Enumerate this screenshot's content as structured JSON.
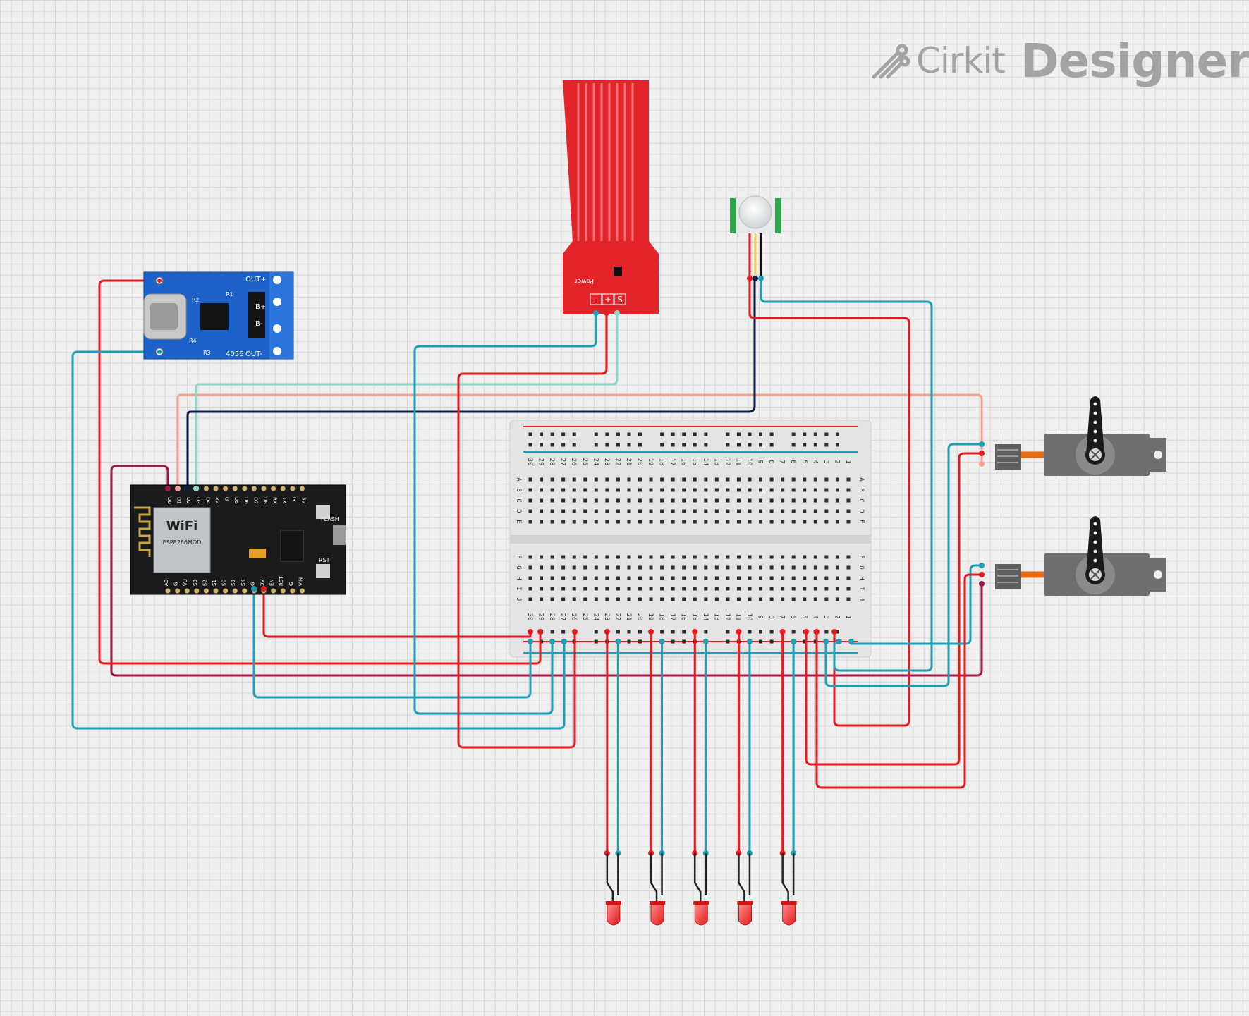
{
  "brand": {
    "name_part1": "Cirkit",
    "name_part2": "Designer"
  },
  "charger_module": {
    "labels": {
      "out_plus": "OUT+",
      "out_minus": "OUT-",
      "b_plus": "B+",
      "b_minus": "B-",
      "model": "4056",
      "r1": "R1",
      "r2": "R2",
      "r3": "R3",
      "r4": "R4"
    }
  },
  "water_sensor": {
    "pins": [
      "-",
      "+",
      "S"
    ],
    "power_label": "Power"
  },
  "nodemcu": {
    "wifi_label": "WiFi",
    "module_label": "ESP8266MOD",
    "flash_label": "FLASH",
    "rst_label": "RST",
    "top_pins": [
      "D0",
      "D1",
      "D2",
      "D3",
      "D4",
      "3V",
      "G",
      "D5",
      "D6",
      "D7",
      "D8",
      "RX",
      "TX",
      "G",
      "3V"
    ],
    "bottom_pins": [
      "A0",
      "G",
      "VU",
      "S3",
      "S2",
      "S1",
      "SC",
      "S0",
      "SK",
      "G",
      "3V",
      "EN",
      "RST",
      "G",
      "VIN"
    ]
  },
  "breadboard": {
    "column_numbers": [
      "30",
      "29",
      "28",
      "27",
      "26",
      "25",
      "24",
      "23",
      "22",
      "21",
      "20",
      "19",
      "18",
      "17",
      "16",
      "15",
      "14",
      "13",
      "12",
      "11",
      "10",
      "9",
      "8",
      "7",
      "6",
      "5",
      "4",
      "3",
      "2",
      "1"
    ],
    "rows_top": [
      "A",
      "B",
      "C",
      "D",
      "E"
    ],
    "rows_bottom": [
      "F",
      "G",
      "H",
      "I",
      "J"
    ]
  },
  "colors": {
    "wire_red": "#e8191f",
    "wire_blue": "#1e9fb8",
    "wire_navy": "#0c1a4a",
    "wire_salmon": "#f5a28f",
    "wire_mint": "#8fd6cc",
    "wire_maroon": "#9c1a47",
    "breadboard": "#e3e3e3",
    "sensor_red": "#e3242b",
    "board_black": "#1b1b1d",
    "charger_blue": "#1c62c9",
    "servo_gray": "#6e6e70"
  },
  "leds": {
    "count": 5
  },
  "servos": {
    "count": 2
  }
}
